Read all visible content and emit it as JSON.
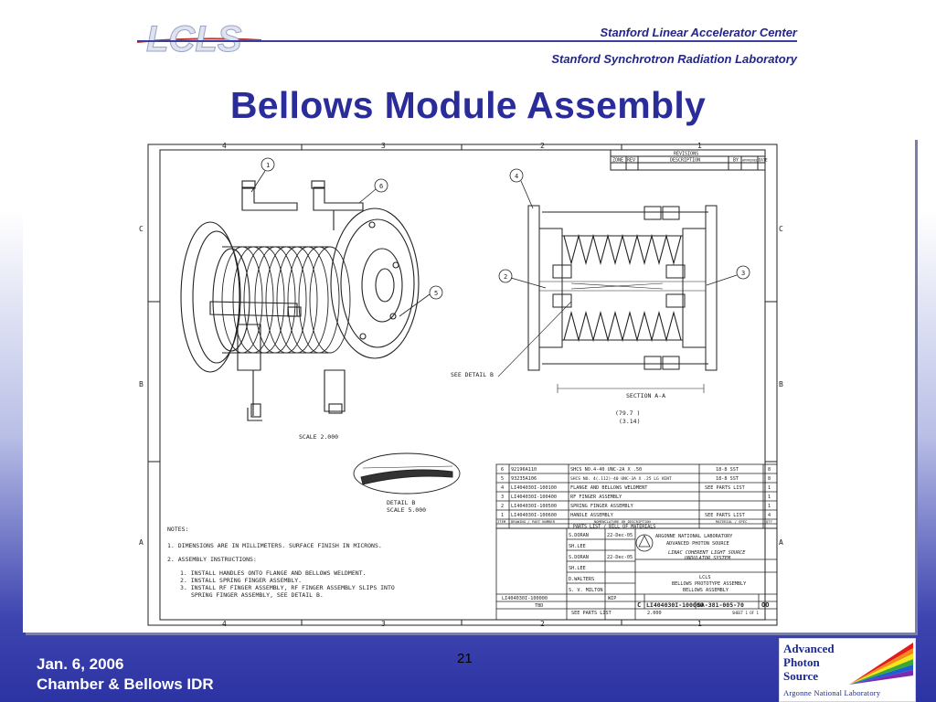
{
  "header": {
    "logo_text": "LCLS",
    "org_line_1": "Stanford Linear Accelerator Center",
    "org_line_2": "Stanford Synchrotron Radiation Laboratory"
  },
  "slide": {
    "title": "Bellows Module Assembly",
    "page_number": "21"
  },
  "footer": {
    "line_1": "Jan. 6, 2006",
    "line_2": "Chamber & Bellows IDR"
  },
  "aps_logo": {
    "line_1": "Advanced",
    "line_2": "Photon",
    "line_3": "Source",
    "lab": "Argonne National Laboratory"
  },
  "drawing": {
    "zone_cols": [
      "4",
      "3",
      "2",
      "1"
    ],
    "zone_rows": [
      "C",
      "B",
      "A"
    ],
    "revisions": {
      "title": "REVISIONS",
      "headers": [
        "ZONE",
        "REV",
        "DESCRIPTION",
        "BY",
        "APPROVED",
        "DATE"
      ]
    },
    "callouts": [
      "1",
      "2",
      "3",
      "4",
      "5",
      "6"
    ],
    "labels": {
      "scale_main": "SCALE  2.000",
      "see_detail": "SEE DETAIL  B",
      "section": "SECTION  A-A",
      "dim_mm": "(79.7  )",
      "dim_in": "(3.14)",
      "detail_name": "DETAIL  B",
      "detail_scale": "SCALE  5.000"
    },
    "notes": {
      "heading": "NOTES:",
      "n1": "1. DIMENSIONS ARE IN MILLIMETERS. SURFACE FINISH IN MICRONS.",
      "n2": "2. ASSEMBLY INSTRUCTIONS:",
      "s1": "1.  INSTALL HANDLES ONTO FLANGE AND BELLOWS WELDMENT.",
      "s2": "2.  INSTALL SPRING FINGER ASSEMBLY.",
      "s3": "3.  INSTALL RF FINGER ASSEMBLY, RF FINGER ASSEMBLY SLIPS INTO",
      "s3b": "SPRING FINGER ASSEMBLY, SEE DETAIL B."
    },
    "parts_list": {
      "title": "PARTS LIST / BILL OF MATERIALS",
      "headers": [
        "ITEM",
        "DRAWING / PART NUMBER",
        "NOMENCLATURE OR DESCRIPTION",
        "MATERIAL / SPEC",
        "QTY"
      ],
      "rows": [
        [
          "6",
          "92196A110",
          "SHCS NO.4-40 UNC-2A X .50",
          "18-8 SST",
          "8"
        ],
        [
          "5",
          "93235A106",
          "SHCS NO. 4(.112)-40 UNC-3A X .25 LG VENT",
          "18-8 SST",
          "8"
        ],
        [
          "4",
          "LI404030I-100100",
          "FLANGE AND BELLOWS WELDMENT",
          "SEE PARTS LIST",
          "1"
        ],
        [
          "3",
          "LI404030I-100400",
          "RF FINGER ASSEMBLY",
          "",
          "1"
        ],
        [
          "2",
          "LI404030I-100500",
          "SPRING FINGER ASSEMBLY",
          "",
          "1"
        ],
        [
          "1",
          "LI404030I-100600",
          "HANDLE ASSEMBLY",
          "SEE PARTS LIST",
          "4"
        ]
      ]
    },
    "title_block": {
      "lab": "ARGONNE NATIONAL LABORATORY",
      "source": "ADVANCED PHOTON SOURCE",
      "project_1": "LINAC COHERENT LIGHT SOURCE",
      "project_2": "UNDULATOR SYSTEM",
      "title_1": "LCLS",
      "title_2": "BELLOWS PROTOTYPE ASSEMBLY",
      "title_3": "BELLOWS ASSEMBLY",
      "drawn": "S.DORAN",
      "checked": "SH.LEE",
      "designed": "S.DORAN",
      "approved": "SH.LEE",
      "mgr": "D.WALTERS",
      "eng": "S. V. MILTON",
      "date_1": "22-Dec-05",
      "date_2": "22-Dec-05",
      "size": "C",
      "drawing_number": "LI404030I-100000",
      "sheet_id": "SA-381-005-70",
      "rev": "OO",
      "scale": "2.000",
      "sheet": "SHEET 1 OF 1",
      "status": "WIP",
      "tbd": "TBD",
      "see_parts": "SEE PARTS LIST",
      "cad_ref": "LI404030I-100000"
    }
  }
}
